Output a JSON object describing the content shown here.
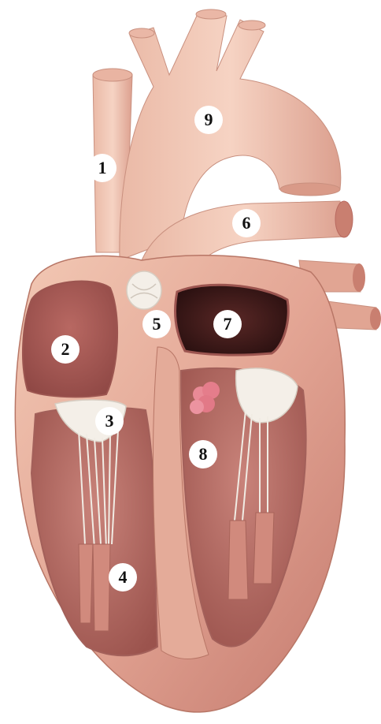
{
  "figure": {
    "colors": {
      "tissue_light": "#f0c2ad",
      "tissue_mid": "#d99585",
      "tissue_dark": "#b86a60",
      "chamber_inner": "#a85a55",
      "valve_white": "#f3f0ea",
      "cavity_dark": "#3c1a1a",
      "aortic_valve_pink": "#e88592",
      "label_bg": "#ffffff",
      "label_text": "#111111"
    },
    "labels": {
      "l1": "1",
      "l2": "2",
      "l3": "3",
      "l4": "4",
      "l5": "5",
      "l6": "6",
      "l7": "7",
      "l8": "8",
      "l9": "9"
    }
  }
}
